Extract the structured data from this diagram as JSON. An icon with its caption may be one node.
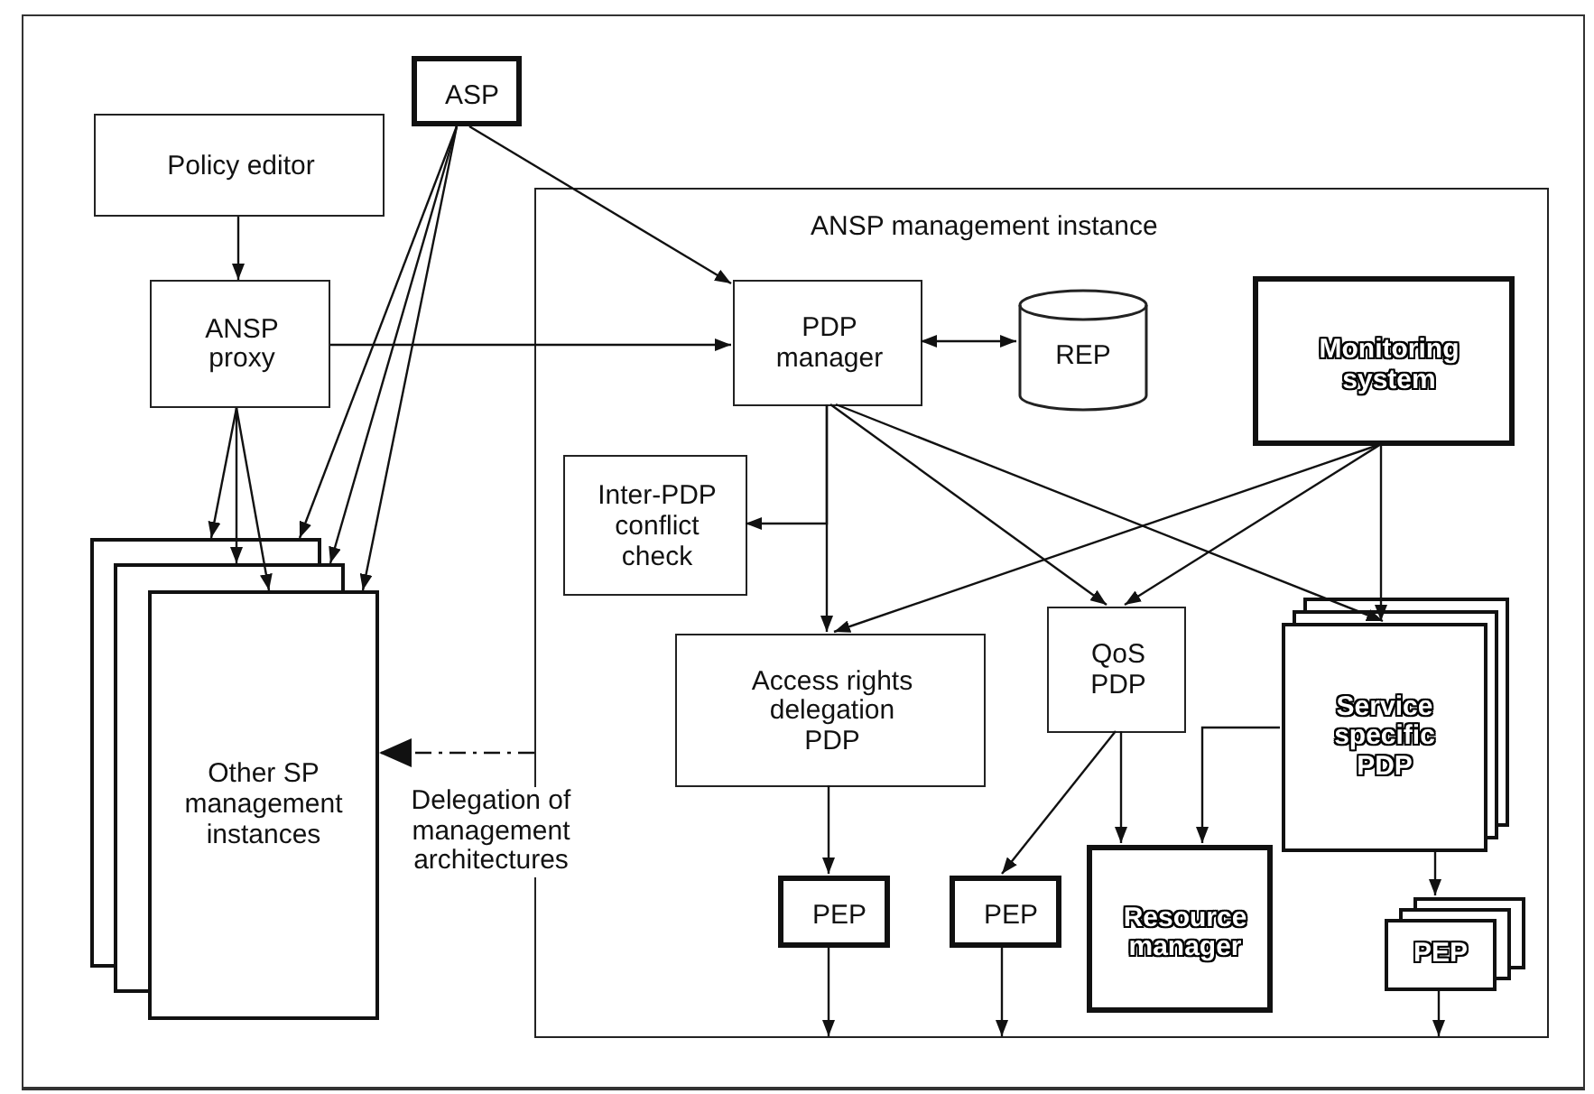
{
  "diagram": {
    "nodes": [
      {
        "text": [
          "ASP"
        ]
      },
      {
        "text": [
          "Policy editor"
        ]
      },
      {
        "text": [
          "ANSP proxy"
        ]
      },
      {
        "text": [
          "Other SP management instances"
        ]
      },
      {
        "text": [
          "ANSP management instance"
        ]
      },
      {
        "text": [
          "PDP manager"
        ],
        "in": 4
      },
      {
        "text": [
          "REP"
        ],
        "in": 4
      },
      {
        "text": [
          "Monitoring system"
        ],
        "in": 4
      },
      {
        "text": [
          "Inter-PDP conflict check"
        ],
        "in": 4
      },
      {
        "text": [
          "Access rights delegation PDP"
        ],
        "in": 4
      },
      {
        "text": [
          "QoS PDP"
        ],
        "in": 4
      },
      {
        "text": [
          "Service specific PDP"
        ],
        "in": 4
      },
      {
        "text": [
          "PEP"
        ],
        "in": 4
      },
      {
        "text": [
          "PEP"
        ],
        "in": 4
      },
      {
        "text": [
          "Resource manager"
        ],
        "in": 4
      },
      {
        "text": [
          "PEP"
        ],
        "in": 4
      }
    ],
    "edges": [
      {
        "from": 1,
        "to": 2,
        "arrow": "to"
      },
      {
        "from": 0,
        "to": 5,
        "arrow": "to"
      },
      {
        "from": 2,
        "to": 5,
        "arrow": "to"
      },
      {
        "from": 2,
        "to": 3,
        "arrow": "to"
      },
      {
        "from": 2,
        "to": 3,
        "arrow": "to"
      },
      {
        "from": 2,
        "to": 3,
        "arrow": "to"
      },
      {
        "from": 0,
        "to": 3,
        "arrow": "to"
      },
      {
        "from": 0,
        "to": 3,
        "arrow": "to"
      },
      {
        "from": 0,
        "to": 3,
        "arrow": "to"
      },
      {
        "from": 5,
        "to": 6,
        "arrow": "both"
      },
      {
        "from": 5,
        "to": 9,
        "arrow": "to"
      },
      {
        "from": 5,
        "to": 8,
        "arrow": "to"
      },
      {
        "from": 5,
        "to": 10,
        "arrow": "to"
      },
      {
        "from": 5,
        "to": 11,
        "arrow": "to"
      },
      {
        "from": 7,
        "to": 9,
        "arrow": "to"
      },
      {
        "from": 7,
        "to": 10,
        "arrow": "to"
      },
      {
        "from": 7,
        "to": 11,
        "arrow": "to"
      },
      {
        "from": 9,
        "to": 12,
        "arrow": "to"
      },
      {
        "from": 10,
        "to": 13,
        "arrow": "to"
      },
      {
        "from": 10,
        "to": 14,
        "arrow": "to"
      },
      {
        "from": 11,
        "to": 14,
        "arrow": "to"
      },
      {
        "from": 11,
        "to": 15,
        "arrow": "to"
      },
      {
        "from": 12,
        "to": null,
        "arrow": "to"
      },
      {
        "from": 13,
        "to": null,
        "arrow": "to"
      },
      {
        "from": 15,
        "to": null,
        "arrow": "to"
      },
      {
        "from": 4,
        "to": 3,
        "arrow": "to",
        "style": "dashed",
        "label": "Delegation of management architectures"
      }
    ]
  }
}
